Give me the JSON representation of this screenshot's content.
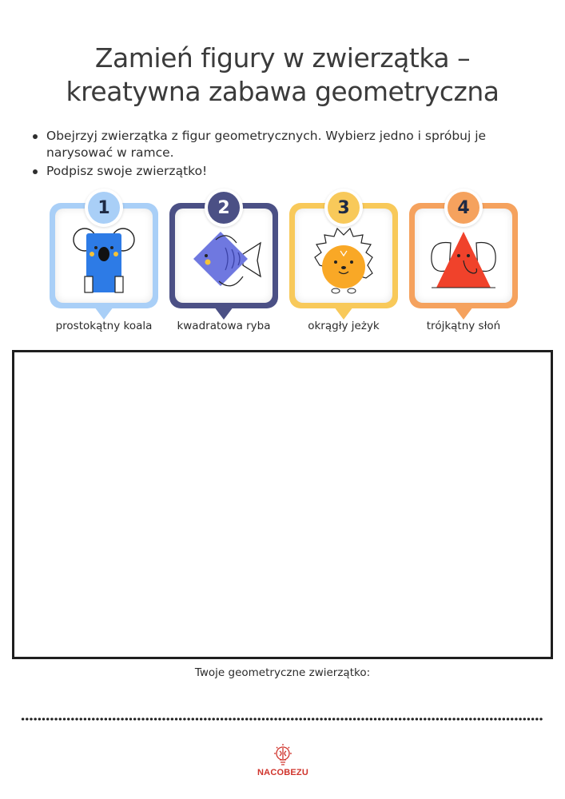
{
  "title": {
    "line1": "Zamień figury w zwierzątka –",
    "line2": "kreatywna zabawa geometryczna"
  },
  "instructions": [
    "Obejrzyj zwierzątka z figur geometrycznych. Wybierz jedno i spróbuj je narysować w ramce.",
    "Podpisz swoje zwierzątko!"
  ],
  "cards": [
    {
      "number": "1",
      "label": "prostokątny koala",
      "icon": "koala-rectangle-icon",
      "color": "#a9cff7",
      "badge_color": "#a9cff7",
      "number_color": "#1e2a44"
    },
    {
      "number": "2",
      "label": "kwadratowa ryba",
      "icon": "fish-square-icon",
      "color": "#4b5085",
      "badge_color": "#4b5085",
      "number_color": "#ffffff"
    },
    {
      "number": "3",
      "label": "okrągły jeżyk",
      "icon": "hedgehog-circle-icon",
      "color": "#f8c95a",
      "badge_color": "#f8c95a",
      "number_color": "#1e2a44"
    },
    {
      "number": "4",
      "label": "trójkątny słoń",
      "icon": "elephant-triangle-icon",
      "color": "#f5a25e",
      "badge_color": "#f5a25e",
      "number_color": "#1e2a44"
    }
  ],
  "drawing_area_label": "Twoje geometryczne zwierzątko:",
  "logo": {
    "text": "NACOBEZU",
    "color": "#d0342c"
  }
}
